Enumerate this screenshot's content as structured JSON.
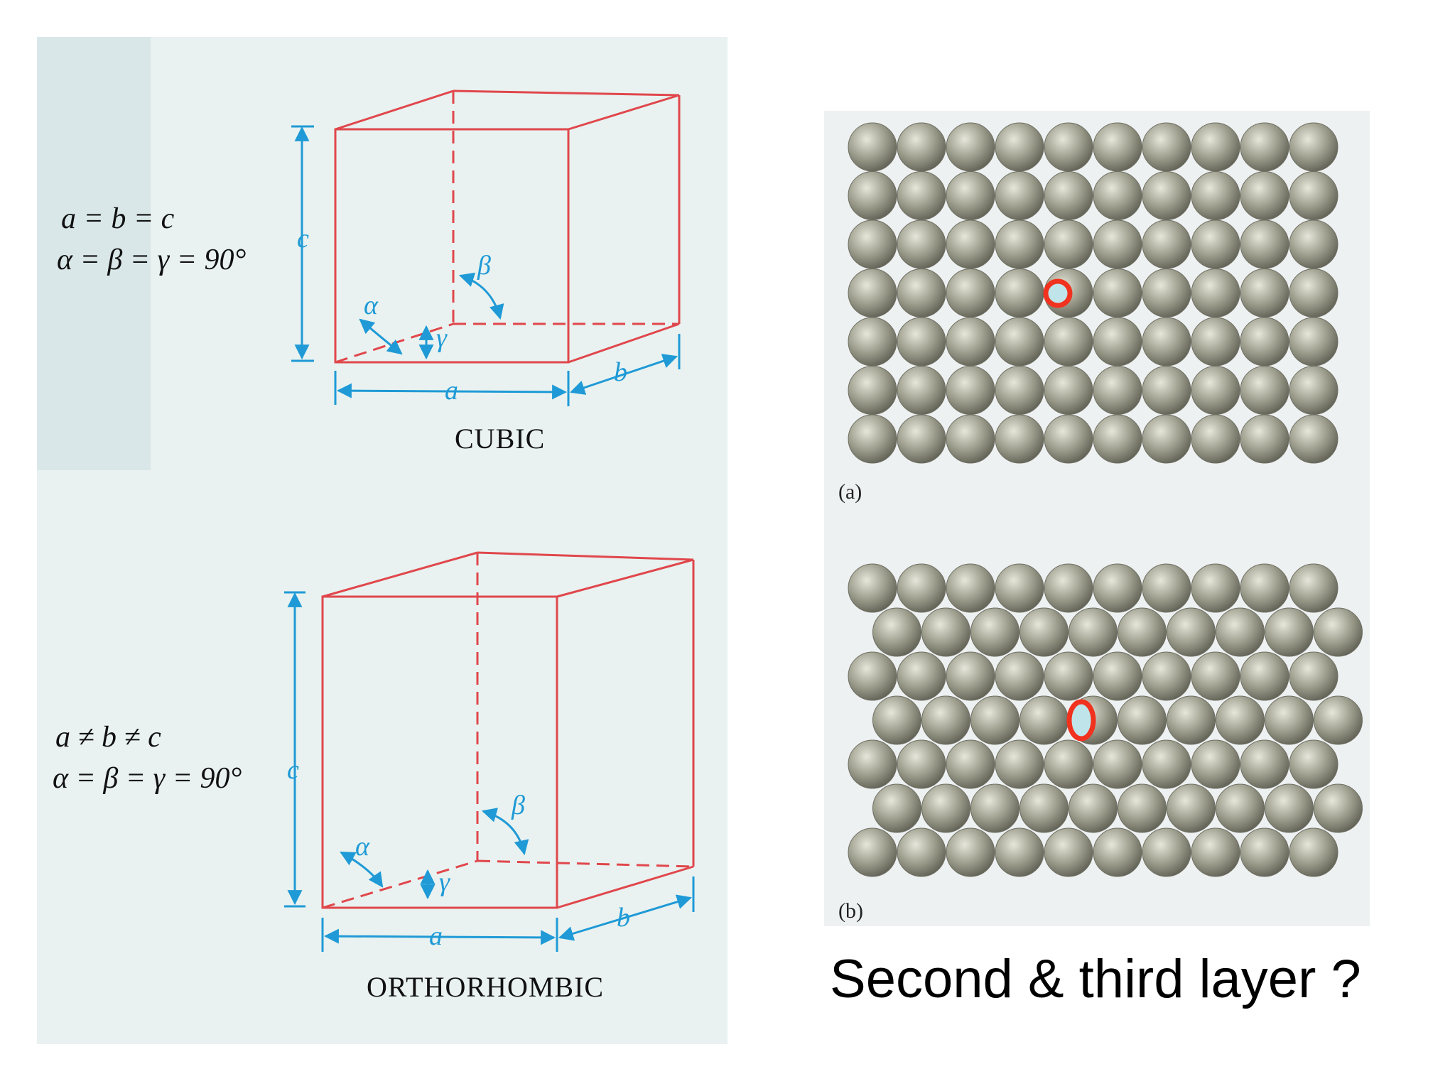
{
  "cubic": {
    "eq1": "a = b = c",
    "eq2": "α = β = γ = 90°",
    "name": "CUBIC",
    "labels": {
      "c": "c",
      "a": "a",
      "b": "b",
      "alpha": "α",
      "beta": "β",
      "gamma": "γ"
    }
  },
  "orthorhombic": {
    "eq1": "a ≠ b ≠ c",
    "eq2": "α = β = γ = 90°",
    "name": "ORTHORHOMBIC",
    "labels": {
      "c": "c",
      "a": "a",
      "b": "b",
      "alpha": "α",
      "beta": "β",
      "gamma": "γ"
    }
  },
  "packing": {
    "label_a": "(a)",
    "label_b": "(b)",
    "layer_a": {
      "arrangement": "square",
      "rows": 7,
      "cols": 10,
      "highlight_marker": "circle"
    },
    "layer_b": {
      "arrangement": "hexagonal",
      "rows": 7,
      "cols": 10,
      "highlight_marker": "ellipse"
    }
  },
  "caption": "Second & third layer ?",
  "colors": {
    "cell_edge": "#e0474c",
    "dimension_lines": "#1f9ad6",
    "sphere": "#9c9d8c",
    "highlight_ring": "#f0321e",
    "hole_fill": "#bfe4ea"
  }
}
